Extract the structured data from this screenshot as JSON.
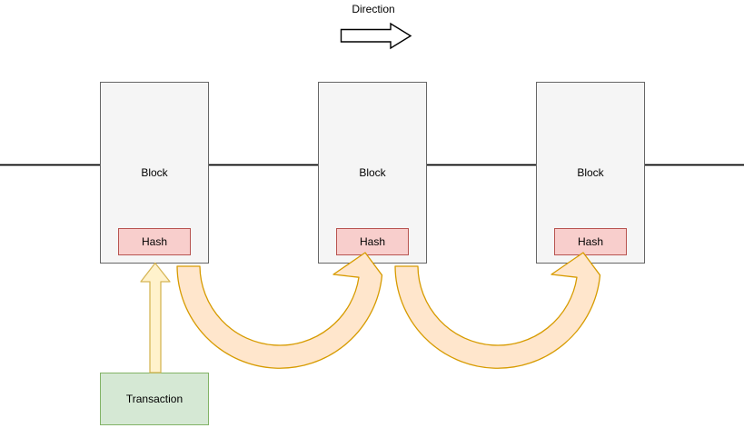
{
  "diagram": {
    "title_label": "Direction",
    "colors": {
      "block_fill": "#f5f5f5",
      "block_stroke": "#666666",
      "hash_fill": "#f8cecc",
      "hash_stroke": "#b85450",
      "transaction_fill": "#d5e8d4",
      "transaction_stroke": "#82b366",
      "straight_arrow_fill": "#fff2cc",
      "straight_arrow_stroke": "#d6b656",
      "curved_arrow_fill": "#ffe6cc",
      "curved_arrow_stroke": "#d79b00",
      "direction_arrow_fill": "#ffffff",
      "direction_arrow_stroke": "#000000",
      "chain_line_color": "#000000"
    }
  },
  "blocks": [
    {
      "label": "Block",
      "hash_label": "Hash"
    },
    {
      "label": "Block",
      "hash_label": "Hash"
    },
    {
      "label": "Block",
      "hash_label": "Hash"
    }
  ],
  "transaction": {
    "label": "Transaction"
  },
  "arrows": {
    "direction": "right-block-arrow",
    "transaction_to_hash1": "up-block-arrow",
    "hash1_to_hash2": "curved-up-arrow",
    "hash2_to_hash3": "curved-up-arrow"
  }
}
